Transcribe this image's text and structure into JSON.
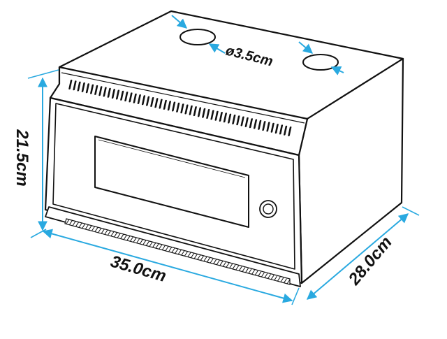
{
  "diagram": {
    "dimensions": {
      "hole_diameter": "ø3.5cm",
      "height": "21.5cm",
      "width": "35.0cm",
      "depth": "28.0cm"
    },
    "colors": {
      "outline": "#111111",
      "dimension_line": "#29a9e0",
      "background": "#ffffff"
    }
  }
}
